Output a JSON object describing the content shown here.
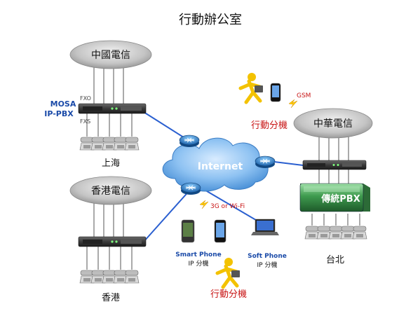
{
  "title": "行動辦公室",
  "carriers": {
    "china_telecom": "中國電信",
    "hk_telecom": "香港電信",
    "chunghwa_telecom": "中華電信"
  },
  "cities": {
    "shanghai": "上海",
    "hongkong": "香港",
    "taipei": "台北"
  },
  "mosa_label": {
    "brand": "MOSA",
    "product": "IP-PBX",
    "fxo": "FXO",
    "fxs": "FXS"
  },
  "internet_label": "Internet",
  "traditional_pbx": "傳統PBX",
  "gsm_label": "GSM",
  "mobile_office_top": "行動分機",
  "mobile_office_bottom": "行動分機",
  "wireless_label": "3G or Wi-Fi",
  "smart_phone": {
    "line1": "Smart Phone",
    "line2": "IP 分機"
  },
  "soft_phone": {
    "line1": "Soft Phone",
    "line2": "IP 分機"
  },
  "colors": {
    "link": "#2a5fd0",
    "cloud": "#7fb8f0",
    "router": "#2f7fc8",
    "carrier": "#b8b8b8",
    "accent_red": "#c81414",
    "mosa_blue": "#1a4aa8",
    "lightning": "#ffcc00"
  }
}
